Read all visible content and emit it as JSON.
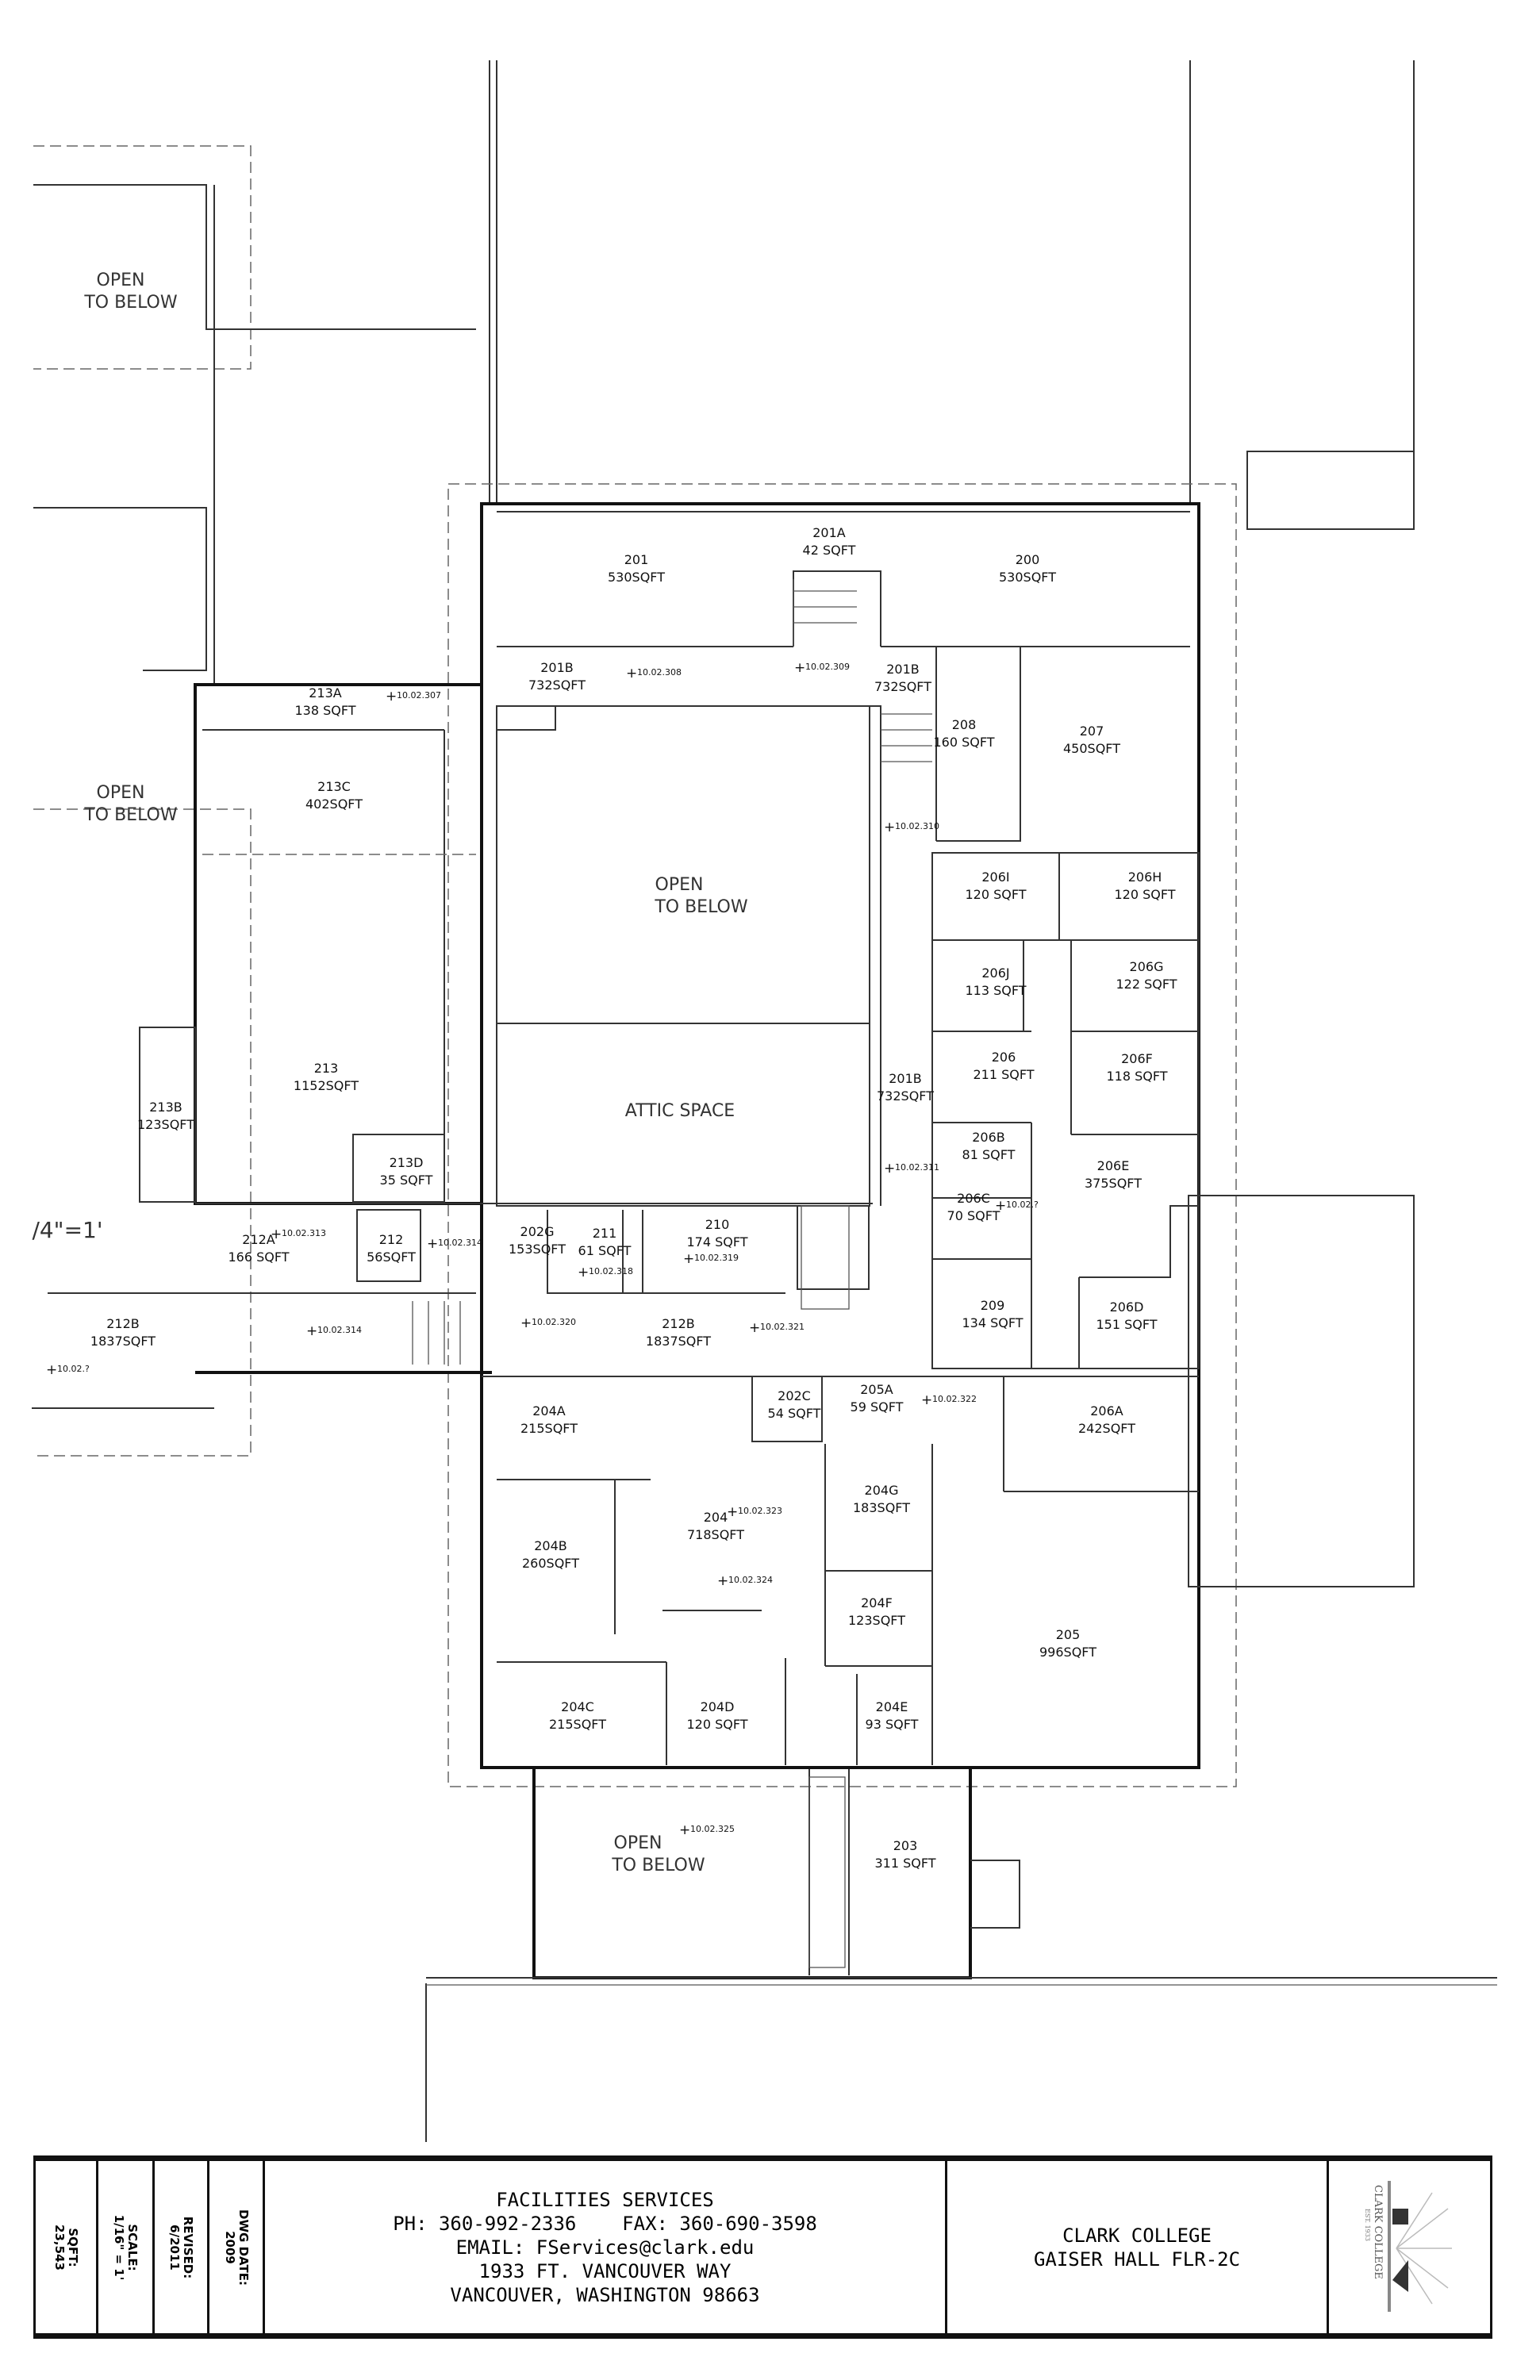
{
  "open_to_below": {
    "line1": "OPEN",
    "line2": "TO BELOW"
  },
  "attic_space": "ATTIC SPACE",
  "scale_note": "/4\"=1'",
  "rooms": [
    {
      "id": "201",
      "area": "530SQFT"
    },
    {
      "id": "201A",
      "area": "42 SQFT"
    },
    {
      "id": "200",
      "area": "530SQFT"
    },
    {
      "id": "201B",
      "area": "732SQFT"
    },
    {
      "id": "201B",
      "area": "732SQFT"
    },
    {
      "id": "208",
      "area": "160 SQFT"
    },
    {
      "id": "207",
      "area": "450SQFT"
    },
    {
      "id": "213A",
      "area": "138 SQFT"
    },
    {
      "id": "213C",
      "area": "402SQFT"
    },
    {
      "id": "206I",
      "area": "120 SQFT"
    },
    {
      "id": "206H",
      "area": "120 SQFT"
    },
    {
      "id": "206J",
      "area": "113 SQFT"
    },
    {
      "id": "206G",
      "area": "122 SQFT"
    },
    {
      "id": "213",
      "area": "1152SQFT"
    },
    {
      "id": "206",
      "area": "211 SQFT"
    },
    {
      "id": "206F",
      "area": "118 SQFT"
    },
    {
      "id": "201B",
      "area": "732SQFT"
    },
    {
      "id": "213B",
      "area": "123SQFT"
    },
    {
      "id": "206B",
      "area": "81 SQFT"
    },
    {
      "id": "206E",
      "area": "375SQFT"
    },
    {
      "id": "213D",
      "area": "35 SQFT"
    },
    {
      "id": "206C",
      "area": "70 SQFT"
    },
    {
      "id": "212A",
      "area": "166 SQFT"
    },
    {
      "id": "212",
      "area": "56SQFT"
    },
    {
      "id": "202G",
      "area": "153SQFT"
    },
    {
      "id": "211",
      "area": "61 SQFT"
    },
    {
      "id": "210",
      "area": "174 SQFT"
    },
    {
      "id": "209",
      "area": "134 SQFT"
    },
    {
      "id": "206D",
      "area": "151 SQFT"
    },
    {
      "id": "212B",
      "area": "1837SQFT"
    },
    {
      "id": "212B",
      "area": "1837SQFT"
    },
    {
      "id": "202C",
      "area": "54 SQFT"
    },
    {
      "id": "205A",
      "area": "59 SQFT"
    },
    {
      "id": "204A",
      "area": "215SQFT"
    },
    {
      "id": "206A",
      "area": "242SQFT"
    },
    {
      "id": "204G",
      "area": "183SQFT"
    },
    {
      "id": "204",
      "area": "718SQFT"
    },
    {
      "id": "204B",
      "area": "260SQFT"
    },
    {
      "id": "204F",
      "area": "123SQFT"
    },
    {
      "id": "205",
      "area": "996SQFT"
    },
    {
      "id": "204C",
      "area": "215SQFT"
    },
    {
      "id": "204D",
      "area": "120 SQFT"
    },
    {
      "id": "204E",
      "area": "93 SQFT"
    },
    {
      "id": "203",
      "area": "311 SQFT"
    }
  ],
  "markers": [
    "10.02.307",
    "10.02.308",
    "10.02.309",
    "10.02.310",
    "10.02.311",
    "10.02.?",
    "10.02.313",
    "10.02.314",
    "10.02.319",
    "10.02.318",
    "10.02.314",
    "10.02.320",
    "10.02.321",
    "10.02.?",
    "10.02.322",
    "10.02.323",
    "10.02.324",
    "10.02.325"
  ],
  "title_block": {
    "sqft_label": "SQFT:",
    "sqft_value": "23,543",
    "scale_label": "SCALE:",
    "scale_value": "1/16\" = 1'",
    "revised_label": "REVISED:",
    "revised_value": "6/2011",
    "dwg_label": "DWG DATE:",
    "dwg_value": "2009",
    "org": "FACILITIES SERVICES",
    "phone": "PH: 360-992-2336    FAX: 360-690-3598",
    "email": "EMAIL: FServices@clark.edu",
    "address1": "1933 FT. VANCOUVER WAY",
    "address2": "VANCOUVER, WASHINGTON 98663",
    "college": "CLARK COLLEGE",
    "building": "GAISER HALL FLR-2C",
    "logo_text": "CLARK COLLEGE",
    "logo_est": "EST. 1933"
  }
}
